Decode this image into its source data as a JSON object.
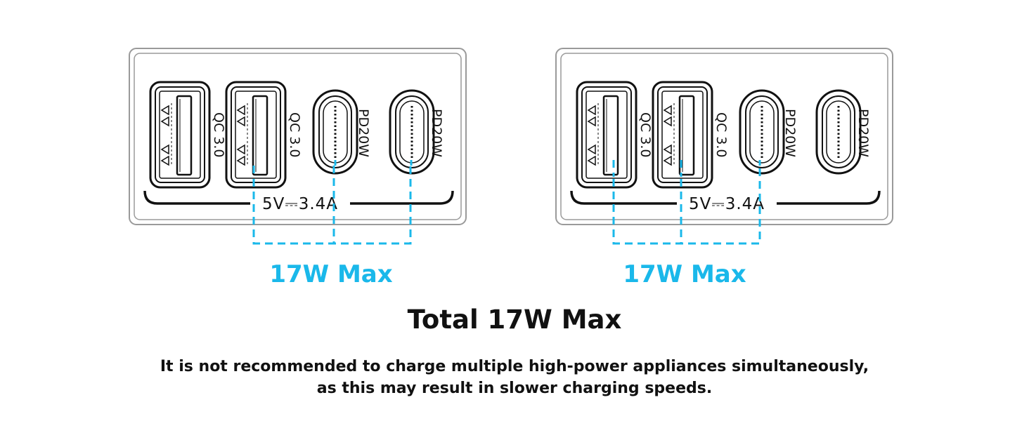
{
  "panels": [
    {
      "ports": [
        {
          "type": "usb-a",
          "label": "QC 3.0"
        },
        {
          "type": "usb-a",
          "label": "QC 3.0"
        },
        {
          "type": "usb-c",
          "label": "PD20W"
        },
        {
          "type": "usb-c",
          "label": "PD20W"
        }
      ],
      "spec_label": "5V⎓3.4A",
      "max_label": "17W Max"
    },
    {
      "ports": [
        {
          "type": "usb-a",
          "label": "QC 3.0"
        },
        {
          "type": "usb-a",
          "label": "QC 3.0"
        },
        {
          "type": "usb-c",
          "label": "PD20W"
        },
        {
          "type": "usb-c",
          "label": "PD20W"
        }
      ],
      "spec_label": "5V⎓3.4A",
      "max_label": "17W Max"
    }
  ],
  "total_label": "Total 17W Max",
  "note_lines": [
    "It is not recommended to charge multiple high-power appliances simultaneously,",
    "as this may result in slower charging speeds."
  ],
  "colors": {
    "accent": "#1ab8ea",
    "outline": "#111111",
    "frame": "#9a9a9a"
  }
}
